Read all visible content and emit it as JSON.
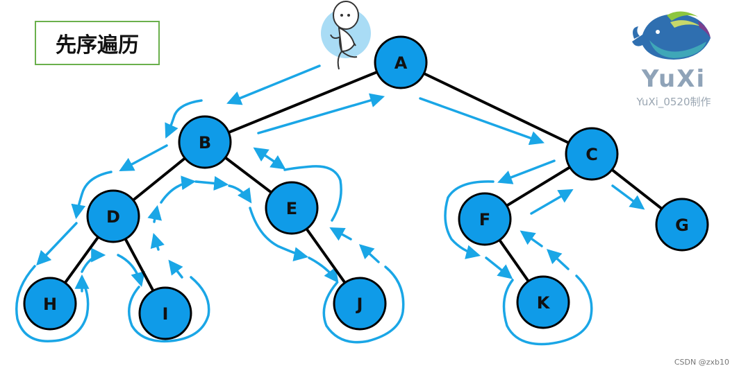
{
  "title": "先序遍历",
  "brand": {
    "name": "YuXi",
    "subtitle": "YuXi_0520制作",
    "logo_icon": "whale-icon"
  },
  "walker_icon": "running-stickman-icon",
  "watermark": "CSDN @zxb10",
  "colors": {
    "node_fill": "#0f9be8",
    "node_stroke": "#000000",
    "edge": "#000000",
    "path_arrow": "#1aa6e6",
    "title_border": "#6ab04c"
  },
  "tree": {
    "nodes": [
      {
        "id": "A",
        "label": "A"
      },
      {
        "id": "B",
        "label": "B"
      },
      {
        "id": "C",
        "label": "C"
      },
      {
        "id": "D",
        "label": "D"
      },
      {
        "id": "E",
        "label": "E"
      },
      {
        "id": "F",
        "label": "F"
      },
      {
        "id": "G",
        "label": "G"
      },
      {
        "id": "H",
        "label": "H"
      },
      {
        "id": "I",
        "label": "I"
      },
      {
        "id": "J",
        "label": "J"
      },
      {
        "id": "K",
        "label": "K"
      }
    ],
    "edges": [
      [
        "A",
        "B"
      ],
      [
        "A",
        "C"
      ],
      [
        "B",
        "D"
      ],
      [
        "B",
        "E"
      ],
      [
        "D",
        "H"
      ],
      [
        "D",
        "I"
      ],
      [
        "E",
        "J"
      ],
      [
        "C",
        "F"
      ],
      [
        "C",
        "G"
      ],
      [
        "F",
        "K"
      ]
    ]
  }
}
